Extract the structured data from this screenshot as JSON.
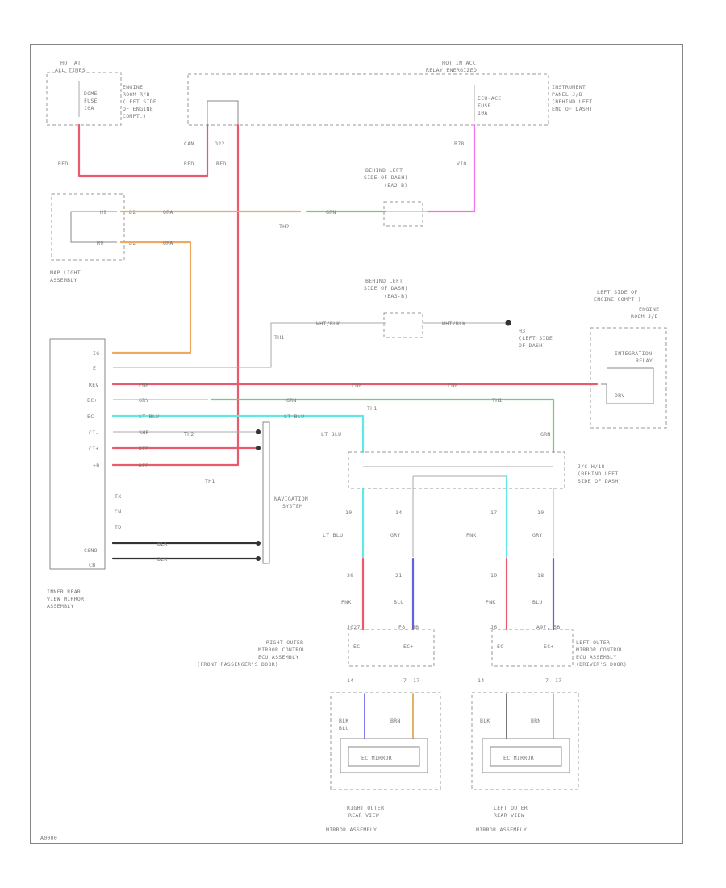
{
  "colors": {
    "red": "#e85a6e",
    "orange": "#f0a860",
    "green": "#70d070",
    "violet": "#f070f0",
    "pink": "#e85a6e",
    "light_blue": "#60e8e8",
    "blue": "#6060e8",
    "gray": "#aaaaaa",
    "black": "#333333",
    "brown": "#d8a040",
    "frame": "#666666"
  },
  "fuses": {
    "left": {
      "header": "HOT AT",
      "header2": "ALL TIMES",
      "fuse_name": "DOME",
      "fuse_label": "FUSE",
      "fuse_amp": "10A",
      "location": [
        "ENGINE",
        "ROOM R/B",
        "(LEFT SIDE",
        "OF ENGINE",
        "COMPT.)"
      ]
    },
    "right": {
      "header": "HOT IN ACC",
      "header2": "RELAY ENERGIZED",
      "fuse_name": "ECU-ACC",
      "fuse_label": "FUSE",
      "fuse_amp": "10A",
      "location": [
        "INSTRUMENT",
        "PANEL J/B",
        "(BEHIND LEFT",
        "END OF DASH)"
      ]
    },
    "sub_labels": {
      "pin_a": "CAN",
      "pin_b": "D22",
      "pin_c": "B78"
    }
  },
  "wire_labels": {
    "red1": "RED",
    "red2": "RED",
    "red3": "RED",
    "vio": "VIO",
    "ora1": "ORA",
    "ora2": "ORA",
    "grn1": "GRN",
    "grn2": "GRN",
    "grn3": "GRN",
    "wht_blk1": "WHT/BLK",
    "wht_blk2": "WHT/BLK",
    "pnk1": "PNK",
    "pnk2": "PNK",
    "pnk3": "PNK",
    "gry1": "GRY",
    "gry2": "GRY",
    "gry3": "GRY",
    "ltblu1": "LT BLU",
    "ltblu2": "LT BLU",
    "ltblu3": "LT BLU",
    "ltblu4": "LT BLU",
    "blu1": "BLU",
    "blu2": "BLU",
    "blu3": "BLU",
    "pnk4": "PNK",
    "pnk5": "PNK",
    "shp": "SHP",
    "red4": "RED",
    "red5": "RED",
    "blk1": "BLK",
    "blk2": "BLK",
    "brn1": "BRN",
    "brn2": "BRN"
  },
  "connectors": {
    "behind_left_1": [
      "BEHIND LEFT",
      "SIDE OF DASH)",
      "(EA2-B)"
    ],
    "behind_left_2": [
      "BEHIND LEFT",
      "SIDE OF DASH)",
      "(EA3-B)"
    ],
    "ground": [
      "H3",
      "(LEFT SIDE",
      "OF DASH)"
    ],
    "j_c": [
      "J/C H/18",
      "(BEHIND LEFT",
      "SIDE OF DASH)"
    ],
    "tags": {
      "t1": "TH2",
      "t2": "TH1",
      "t3": "TH2",
      "t4": "TH1",
      "t5": "TH1",
      "t6": "TH1"
    }
  },
  "mirror_light": {
    "label": [
      "MAP LIGHT",
      "ASSEMBLY"
    ],
    "pin1": "H9",
    "pin2": "H9",
    "pin3": "D2",
    "pin4": "D2"
  },
  "inner_mirror": {
    "label": [
      "INNER REAR",
      "VIEW MIRROR",
      "ASSEMBLY"
    ],
    "pins": [
      "IG",
      "E",
      "REV",
      "EC+",
      "EC-",
      "CI-",
      "CI+",
      "+B",
      "TX",
      "CN",
      "TD",
      "CSNO",
      "CB"
    ]
  },
  "navigation": {
    "label": [
      "NAVIGATION",
      "SYSTEM"
    ]
  },
  "integration_relay": {
    "title": [
      "LEFT SIDE OF",
      "ENGINE COMPT.)",
      "ENGINE",
      "ROOM J/B"
    ],
    "name": [
      "INTEGRATION",
      "RELAY"
    ],
    "sub": "DRV"
  },
  "right_ctrl": {
    "label": [
      "RIGHT OUTER",
      "MIRROR CONTROL",
      "ECU ASSEMBLY",
      "(FRONT PASSENGER'S DOOR)"
    ],
    "pin_a": "EC-",
    "pin_b": "EC+",
    "left_tag": "J027",
    "right_tag": "P8, 5B",
    "pin_nums": [
      "20",
      "21"
    ],
    "sub_nums": [
      "14",
      "7",
      "17"
    ]
  },
  "left_ctrl": {
    "label": [
      "LEFT OUTER",
      "MIRROR CONTROL",
      "ECU ASSEMBLY",
      "(DRIVER'S DOOR)"
    ],
    "pin_a": "EC-",
    "pin_b": "EC+",
    "left_tag": "J6",
    "right_tag": "A97, 5B",
    "pin_nums": [
      "19",
      "18"
    ],
    "sub_nums": [
      "14",
      "7",
      "17"
    ]
  },
  "right_mirror": {
    "label": [
      "RIGHT OUTER",
      "REAR VIEW",
      "MIRROR ASSEMBLY"
    ],
    "element": "EC MIRROR"
  },
  "left_mirror": {
    "label": [
      "LEFT OUTER",
      "REAR VIEW",
      "MIRROR ASSEMBLY"
    ],
    "element": "EC MIRROR"
  },
  "splice_nums": {
    "s1": "10",
    "s2": "14",
    "s3": "17",
    "s4": "10"
  },
  "wire_nums": {
    "r1": "20",
    "r2": "21",
    "l1": "19",
    "l2": "18"
  },
  "footer": "A0000"
}
